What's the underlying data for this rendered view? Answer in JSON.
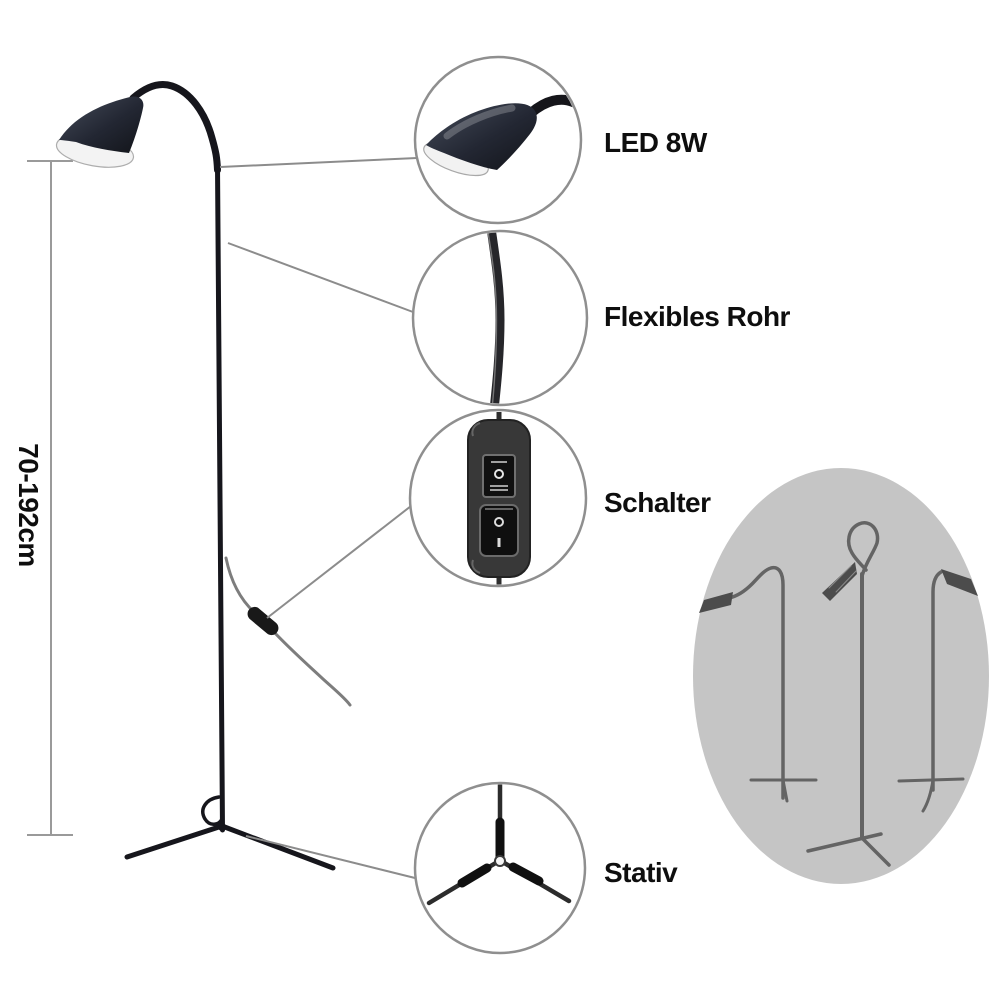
{
  "dimension": {
    "label": "70-192cm"
  },
  "callouts": [
    {
      "icon": "lamp-head-icon",
      "label": "LED 8W"
    },
    {
      "icon": "flexible-tube-icon",
      "label": "Flexibles Rohr"
    },
    {
      "icon": "power-switch-icon",
      "label": "Schalter"
    },
    {
      "icon": "tripod-base-icon",
      "label": "Stativ"
    }
  ],
  "colors": {
    "background": "#ffffff",
    "label_text": "#0e0e0e",
    "callout_stroke": "#8f8f8f",
    "lamp_black": "#16161c",
    "variants_ellipse_fill": "#c5c5c5",
    "variants_lamp_gray": "#646464"
  }
}
